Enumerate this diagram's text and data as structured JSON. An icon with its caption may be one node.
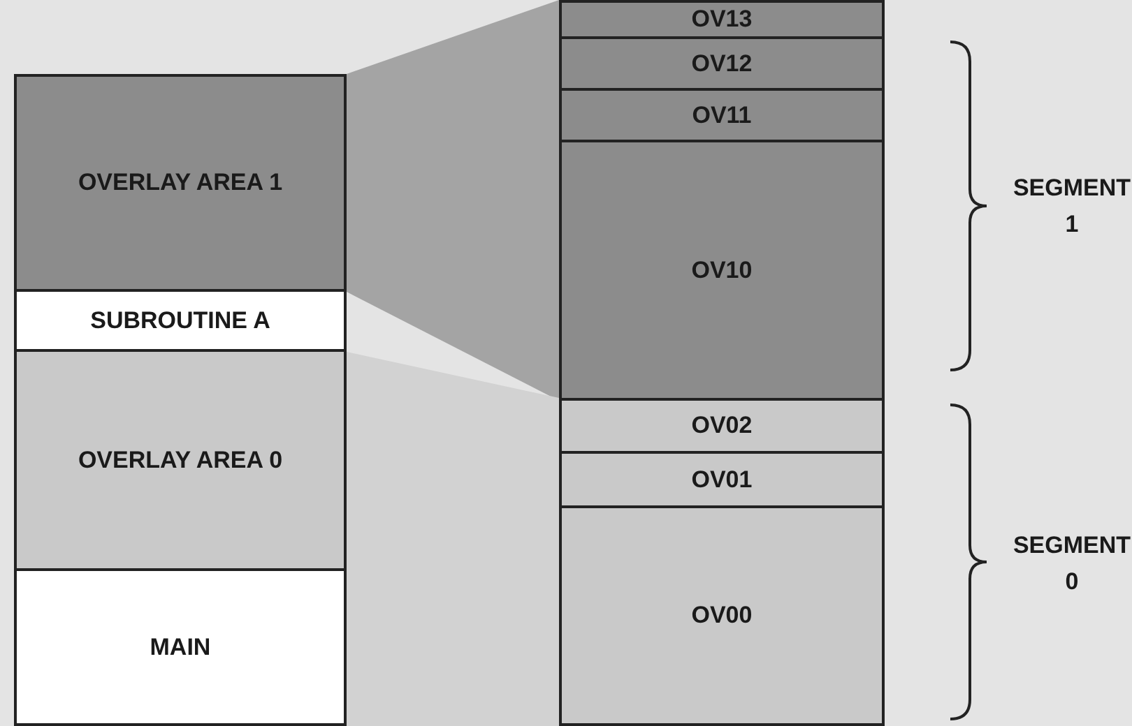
{
  "diagram": {
    "nodes": [
      {
        "text": [
          "OVERLAY AREA 1"
        ]
      },
      {
        "text": [
          "SUBROUTINE A"
        ]
      },
      {
        "text": [
          "OVERLAY AREA 0"
        ]
      },
      {
        "text": [
          "MAIN"
        ]
      },
      {
        "text": [
          "OV13"
        ]
      },
      {
        "text": [
          "OV12"
        ]
      },
      {
        "text": [
          "OV11"
        ]
      },
      {
        "text": [
          "OV10"
        ]
      },
      {
        "text": [
          "OV02"
        ]
      },
      {
        "text": [
          "OV01"
        ]
      },
      {
        "text": [
          "OV00"
        ]
      }
    ],
    "labels": [
      "SEGMENT 1",
      "SEGMENT 0"
    ]
  }
}
